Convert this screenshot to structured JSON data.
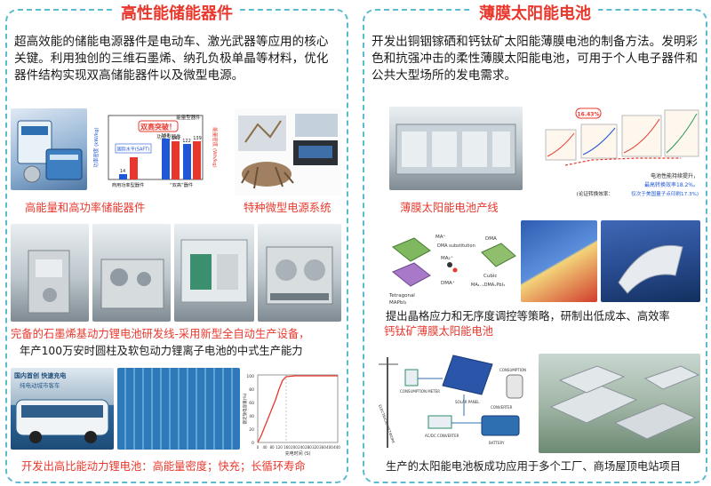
{
  "left": {
    "title": "高性能储能器件",
    "intro": "超高效能的储能电源器件是电动车、激光武器等应用的核心关键。利用独创的三维石墨烯、纳孔负极单晶等材料，优化器件结构实现双高储能器件以及微型电源。",
    "bar_chart": {
      "badge": "双高突破！",
      "ylabel_left": "功率密度 (kW/kg)",
      "ylabel_right": "能量密度 (Wh/kg)",
      "legend_intl": "国际水平(SAFT)",
      "label_power_dev": "功率型器件",
      "label_energy_dev": "能量型器件",
      "categories": [
        "商用功率型器件",
        "“双高”器件"
      ],
      "values_text": [
        "14",
        "157",
        "142",
        "122",
        "139"
      ],
      "colors": {
        "red": "#e8382d",
        "blue": "#1f57d6"
      }
    },
    "caption_storage": "高能量和高功率储能器件",
    "caption_micro": "特种微型电源系统",
    "caption_line_1": "完备的石墨烯基动力锂电池研发线-采用新型全自动生产设备，",
    "caption_line_2": "年产100万安时圆柱及软包动力锂离子电池的中式生产能力",
    "bus_banner_1": "国内首创 快速充电",
    "bus_banner_2": "纯电动城市客车",
    "curve_chart": {
      "ylabel": "额定放电容量(%)",
      "xlabel": "充电时间 (S)",
      "x_ticks": [
        "0",
        "40",
        "80",
        "120",
        "160",
        "200",
        "240",
        "280",
        "320",
        "360",
        "400",
        "440"
      ],
      "y_ticks": [
        "100",
        "80",
        "60",
        "40",
        "20",
        "0"
      ]
    },
    "caption_bottom": "开发出高比能动力锂电池：高能量密度；快充；长循环寿命"
  },
  "right": {
    "title": "薄膜太阳能电池",
    "intro": "开发出铜铟镓硒和钙钛矿太阳能薄膜电池的制备方法。发明彩色和抗强冲击的柔性薄膜太阳能电池，可用于个人电子器件和公共大型场所的发电需求。",
    "caption_line": "薄膜太阳能电池产线",
    "efficiency_badge": "16.43%",
    "efficiency_note_1": "电池性能持续提升，",
    "efficiency_note_2": "最高转换效率18.2%。",
    "efficiency_note_3": "(论证转换效率：",
    "efficiency_note_4": "仅次于美国量子点印刷17.3%)",
    "structure_labels": [
      "MA⁺",
      "DMA substitution",
      "DMA",
      "MA₂⁺",
      "Cubic",
      "DMA⁺",
      "Tetragonal",
      "MAPbI₃",
      "MA₁₋ₓDMAₓPbI₃"
    ],
    "caption_strain_1": "提出晶格应力和无序度调控等策略，研制出低成本、高效率",
    "caption_strain_2": "钙钛矿薄膜太阳能电池",
    "system_labels": [
      "ELECTRICAL NETWORK",
      "CONSUMPTION METER",
      "SOLAR PANEL",
      "CONVERTER",
      "AC/DC CONVERTER",
      "CONSUMPTION",
      "BATTERY"
    ],
    "caption_bottom": "生产的太阳能电池板成功应用于多个工厂、商场屋顶电站项目"
  }
}
